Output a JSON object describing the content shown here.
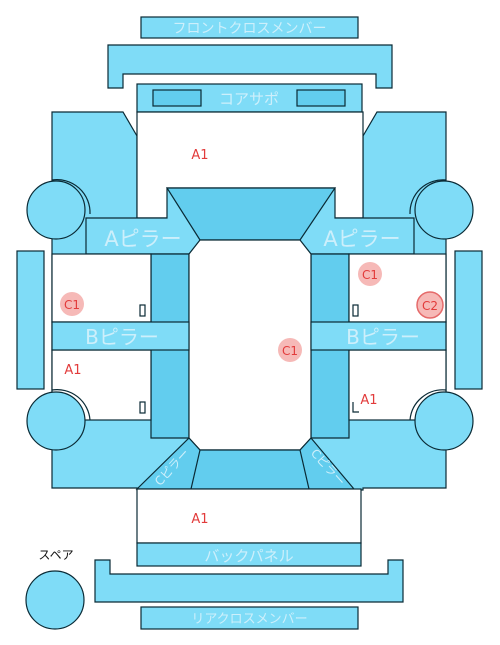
{
  "parts": {
    "front_cross_member": "フロントクロスメンバー",
    "core_support": "コアサポ",
    "a_pillar_left": "Aピラー",
    "a_pillar_right": "Aピラー",
    "b_pillar_left": "Bピラー",
    "b_pillar_right": "Bピラー",
    "back_panel": "バックパネル",
    "rear_cross_member": "リアクロスメンバー",
    "c_pillar_left": "Cピラー",
    "c_pillar_right": "Cピラー",
    "spare": "スペア"
  },
  "marks": {
    "front_a1": "A1",
    "right_c1_top": "C1",
    "left_c1": "C1",
    "right_c2": "C2",
    "center_c1": "C1",
    "left_a1": "A1",
    "right_a1": "A1",
    "rear_a1": "A1"
  },
  "colors": {
    "panel_fill": "#7fdcf7",
    "panel_dark": "#62cdee",
    "outline": "#0a2a35",
    "damage_text": "#e23b3b",
    "damage_marker": "#f6b9b7"
  }
}
